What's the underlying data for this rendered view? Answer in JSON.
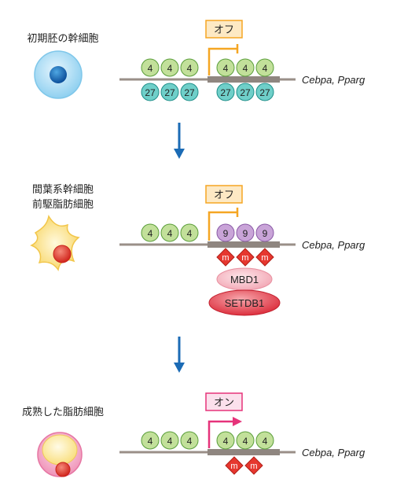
{
  "stages": [
    {
      "label_lines": [
        "初期胚の幹細胞"
      ],
      "status": "オフ",
      "left_marks": [
        "4",
        "4",
        "4"
      ],
      "right_marks": [
        "4",
        "4",
        "4"
      ],
      "left_lower_marks": [
        "27",
        "27",
        "27"
      ],
      "right_lower_marks": [
        "27",
        "27",
        "27"
      ],
      "gene": "Cebpa, Pparg"
    },
    {
      "label_lines": [
        "間葉系幹細胞",
        "前駆脂肪細胞"
      ],
      "status": "オフ",
      "left_marks": [
        "4",
        "4",
        "4"
      ],
      "right_marks": [
        "9",
        "9",
        "9"
      ],
      "methyl_marks": [
        "m",
        "m",
        "m"
      ],
      "proteins": [
        "MBD1",
        "SETDB1"
      ],
      "gene": "Cebpa, Pparg"
    },
    {
      "label_lines": [
        "成熟した脂肪細胞"
      ],
      "status": "オン",
      "left_marks": [
        "4",
        "4",
        "4"
      ],
      "right_marks": [
        "4",
        "4",
        "4"
      ],
      "methyl_marks": [
        "m",
        "m"
      ],
      "gene": "Cebpa, Pparg"
    }
  ],
  "colors": {
    "h3k4": "#c2e09a",
    "h3k27": "#6fcfc9",
    "h3k9": "#c9a4d8",
    "methyl": "#e6372f",
    "mbd1": "#f7c3cb",
    "setdb1": "#e4414f",
    "off_box": "#f5a623",
    "on_arrow": "#e6337a",
    "chromatin": "#9a8f88",
    "flow_arrow": "#1b6bb5"
  }
}
